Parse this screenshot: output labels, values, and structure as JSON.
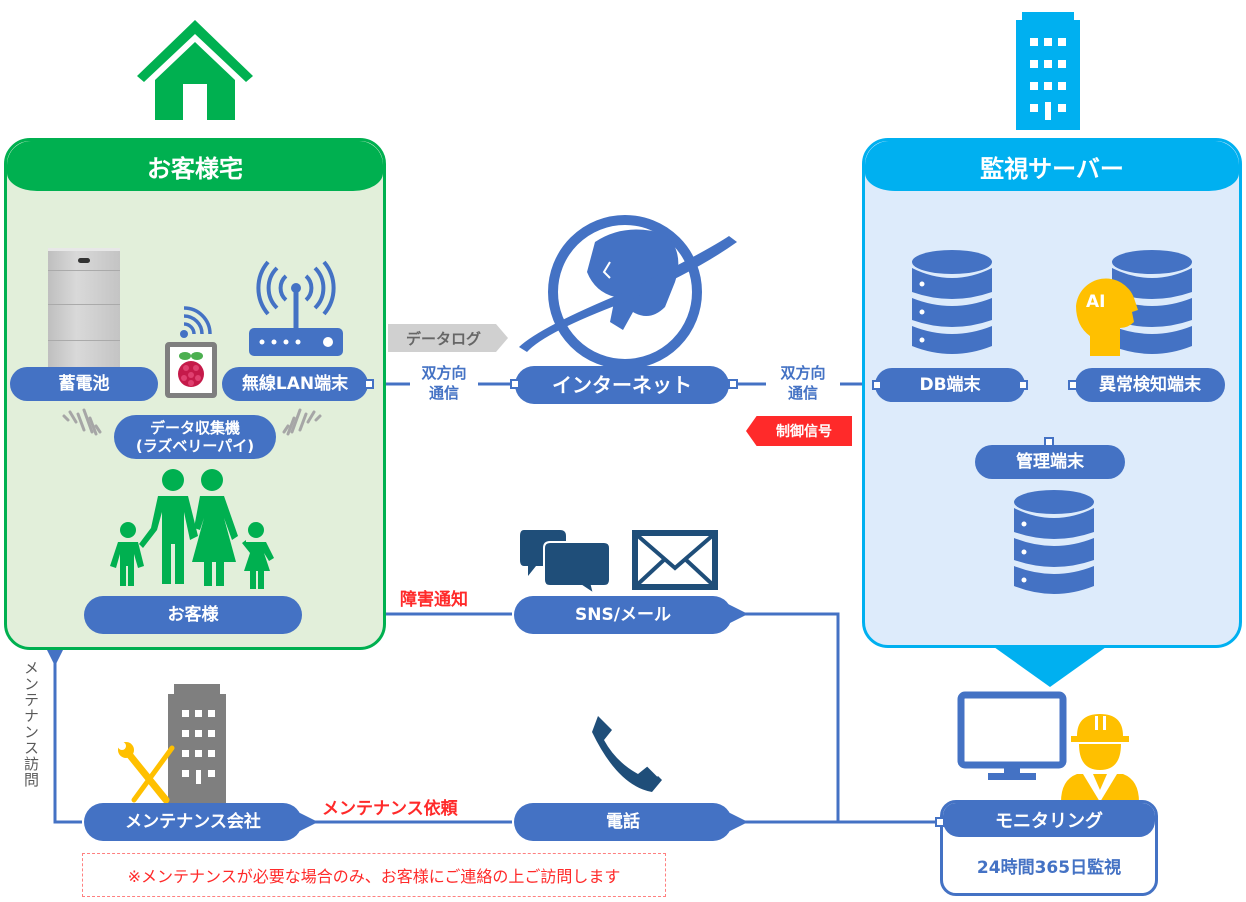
{
  "colors": {
    "home_green": "#00b050",
    "home_bg": "#e2efda",
    "server_blue": "#00b0f0",
    "server_bg": "#ddebfb",
    "node_blue": "#4472c4",
    "dark_navy": "#1f4e79",
    "alert_red": "#ff2a2a",
    "ai_yellow": "#ffc000",
    "gray": "#808080"
  },
  "home": {
    "title": "お客様宅",
    "battery_label": "蓄電池",
    "wlan_label": "無線LAN端末",
    "collector_label_line1": "データ収集機",
    "collector_label_line2": "(ラズベリーパイ)",
    "customer_label": "お客様"
  },
  "network": {
    "left_link_line1": "双方向",
    "left_link_line2": "通信",
    "right_link_line1": "双方向",
    "right_link_line2": "通信",
    "datalog_tag": "データログ",
    "internet_label": "インターネット",
    "control_tag": "制御信号"
  },
  "server": {
    "title": "監視サーバー",
    "db_label": "DB端末",
    "anomaly_label": "異常検知端末",
    "admin_label": "管理端末",
    "ai_badge": "AI"
  },
  "notification": {
    "sns_label": "SNS/メール",
    "fault_notice": "障害通知",
    "phone_label": "電話",
    "maintenance_request": "メンテナンス依頼",
    "maintenance_company": "メンテナンス会社",
    "maintenance_visit": "メンテナンス訪問",
    "note": "※メンテナンスが必要な場合のみ、お客様にご連絡の上ご訪問します"
  },
  "monitoring": {
    "title": "モニタリング",
    "subtitle": "24時間365日監視"
  }
}
